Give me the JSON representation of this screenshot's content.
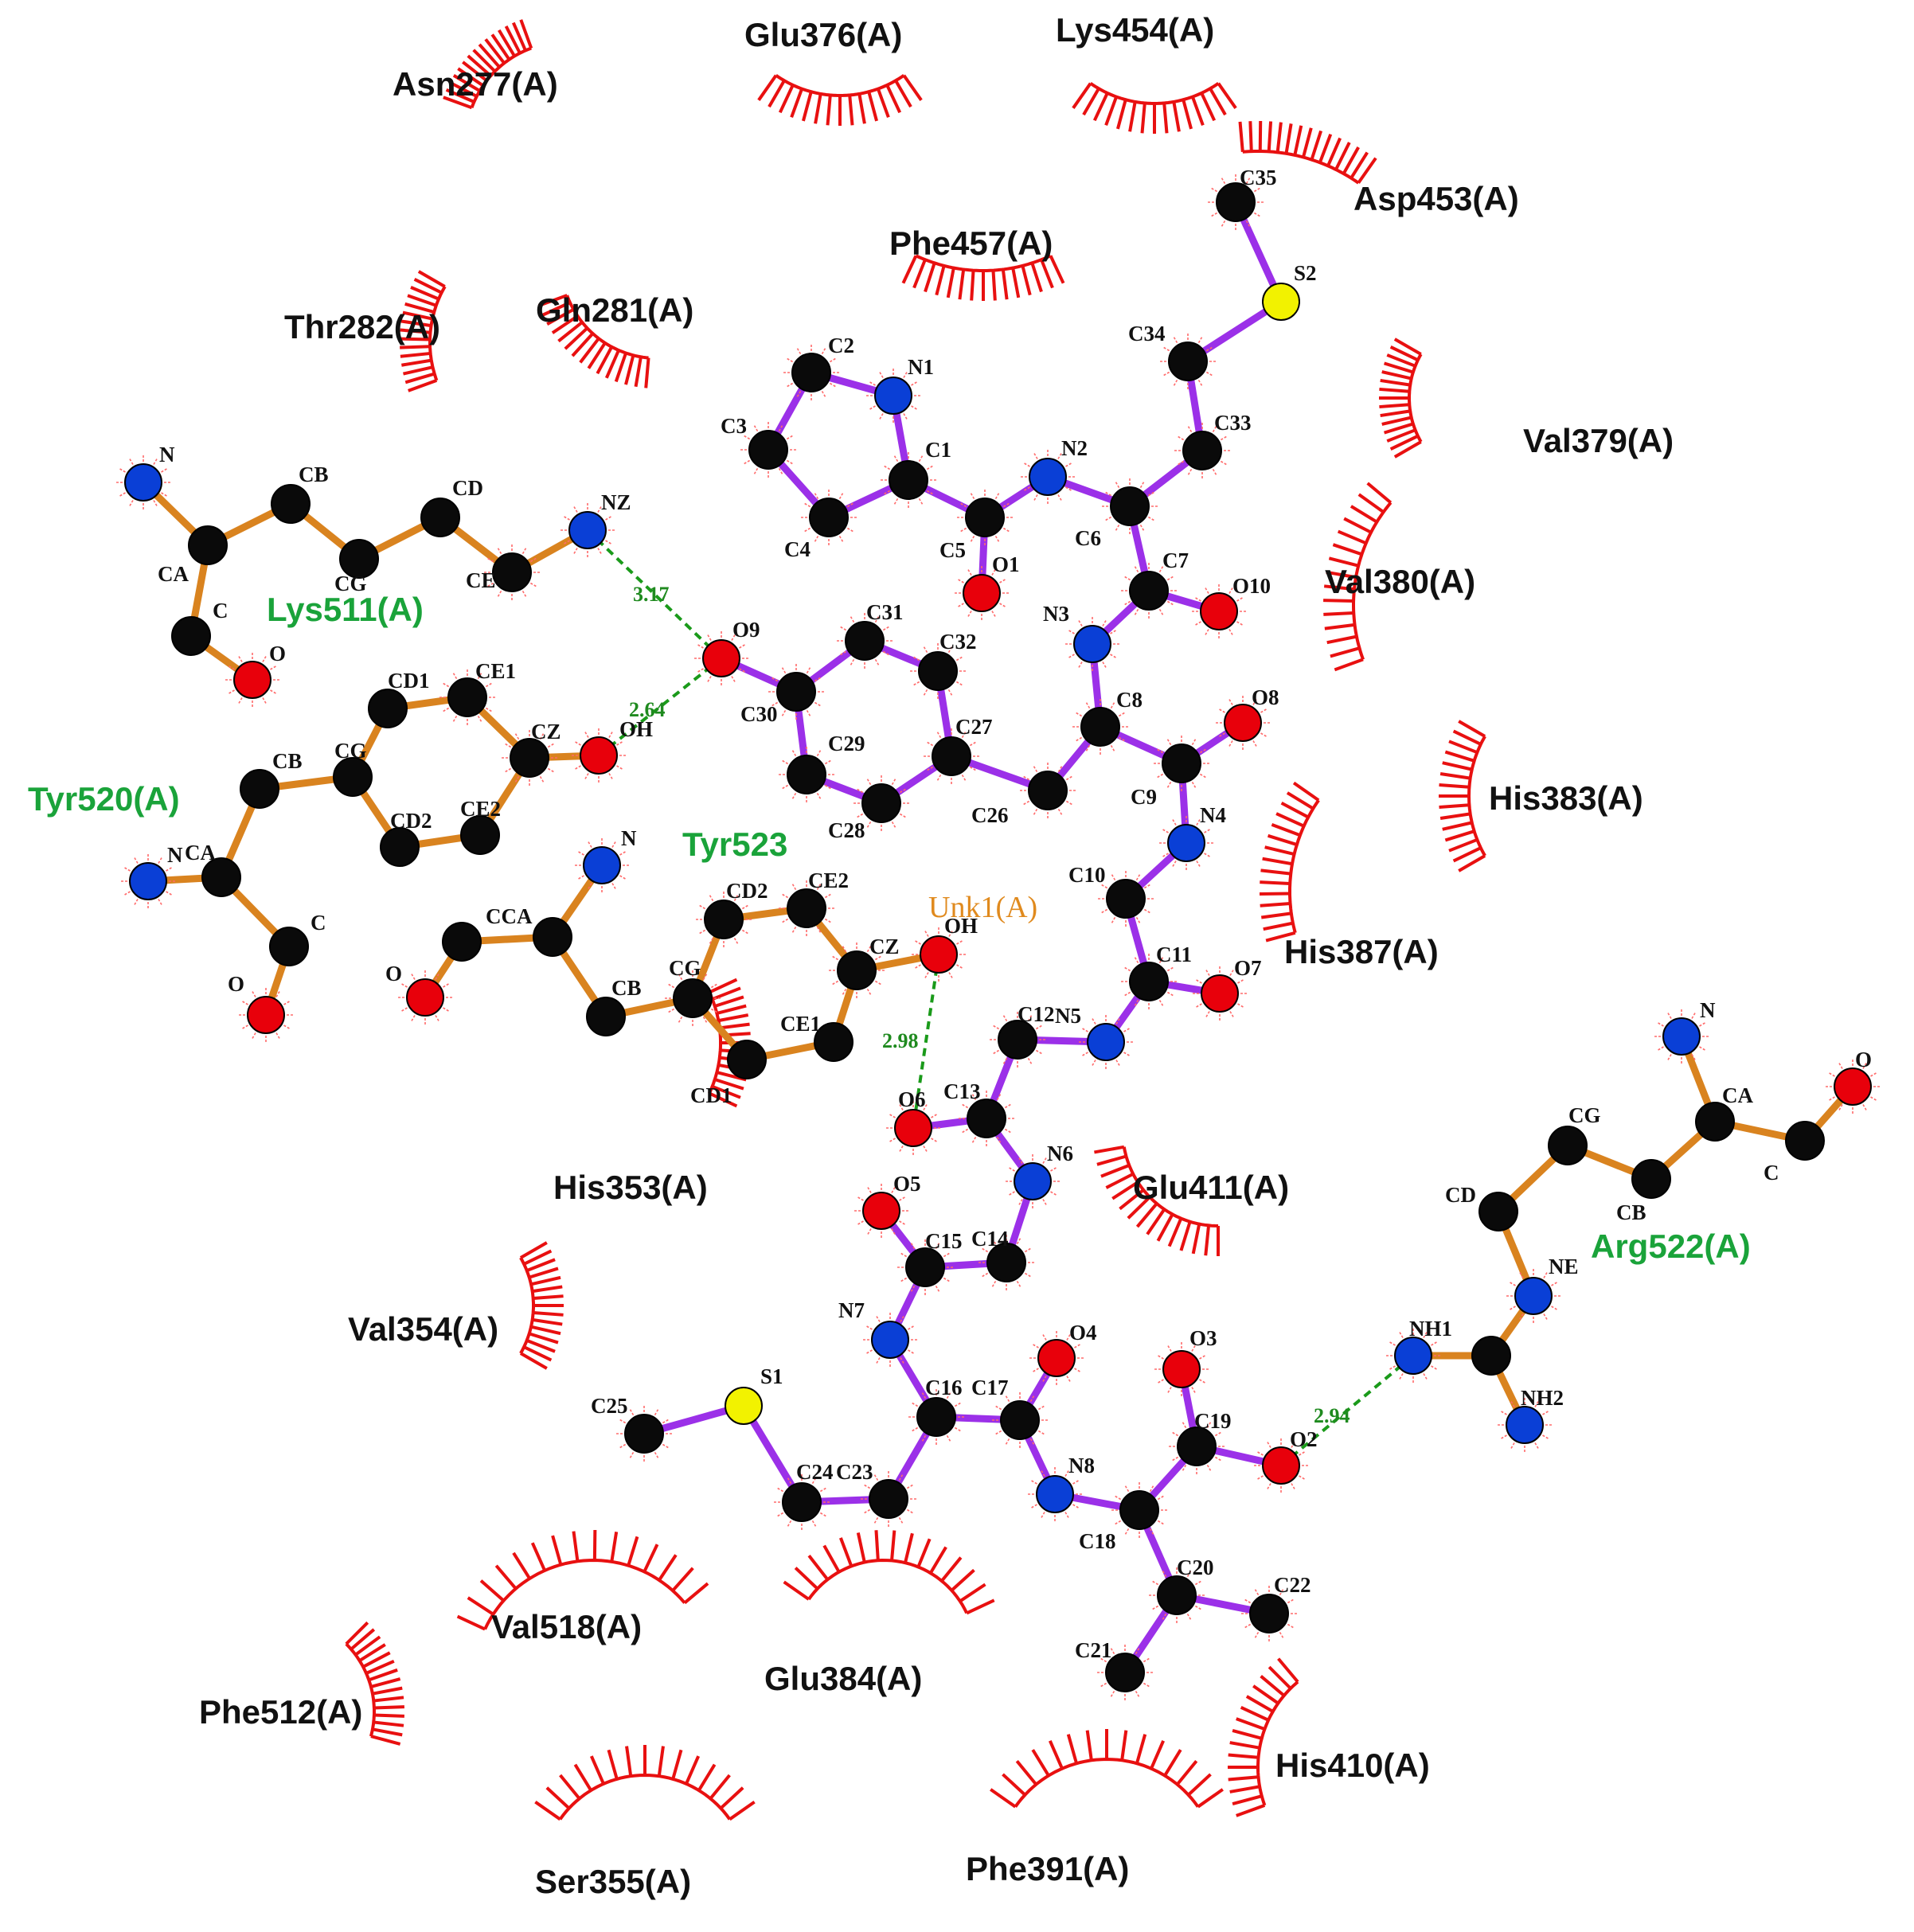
{
  "colors": {
    "ligand_bond": "#9b30e8",
    "residue_bond": "#d9831f",
    "carbon": "#0a0a0a",
    "nitrogen": "#0a3fd6",
    "oxygen": "#e8000b",
    "sulfur": "#f2f200",
    "hydrophobic_arc": "#e81010",
    "hbond": "#1a9a1a",
    "hbond_residue_label": "#1aa33a",
    "ligand_label": "#e08a1e"
  },
  "ligand_name": "Unk1(A)",
  "hbond_residues": [
    "Lys511(A)",
    "Tyr520(A)",
    "Tyr523",
    "Arg522(A)"
  ],
  "hydrophobic_residues": [
    "Asn277(A)",
    "Glu376(A)",
    "Lys454(A)",
    "Asp453(A)",
    "Phe457(A)",
    "Thr282(A)",
    "Gln281(A)",
    "Val379(A)",
    "Val380(A)",
    "His383(A)",
    "His387(A)",
    "His353(A)",
    "Glu411(A)",
    "Val354(A)",
    "Val518(A)",
    "Glu384(A)",
    "Phe512(A)",
    "His410(A)",
    "Ser355(A)",
    "Phe391(A)"
  ],
  "hbond_distances": [
    "3.17",
    "2.64",
    "2.98",
    "2.94"
  ]
}
